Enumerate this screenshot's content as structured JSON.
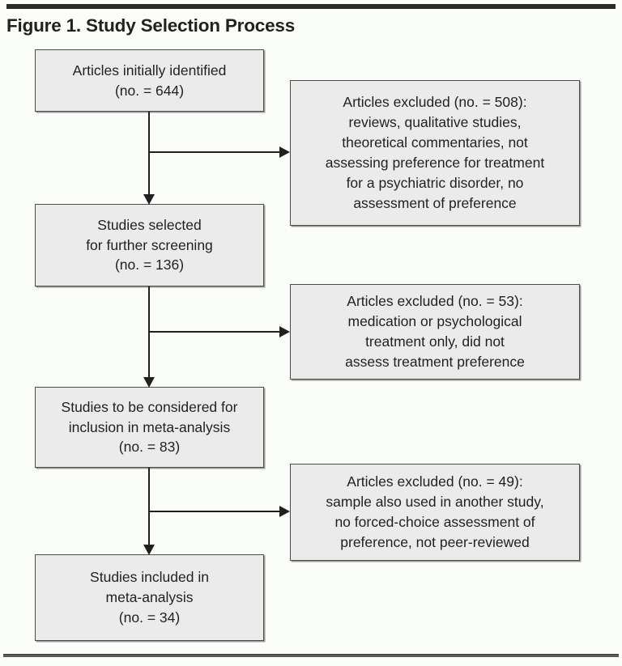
{
  "figure": {
    "title": "Figure 1. Study Selection Process",
    "top_rule_color": "#2b2a2a",
    "bottom_rule_color": "#5a5a5a",
    "box_fill_color": "#ebebeb",
    "box_border_color": "#4b4b4b",
    "connector_color": "#231f20"
  },
  "flow": {
    "main_nodes": [
      {
        "id": "articles-identified",
        "text": "Articles initially identified\n(no. = 644)",
        "count_label": "no. = 644",
        "count": 644
      },
      {
        "id": "studies-selected",
        "text": "Studies selected\nfor further screening\n(no. = 136)",
        "count_label": "no. = 136",
        "count": 136
      },
      {
        "id": "studies-considered",
        "text": "Studies to be considered for\ninclusion in meta-analysis\n(no. = 83)",
        "count_label": "no. = 83",
        "count": 83
      },
      {
        "id": "studies-included",
        "text": "Studies included in\nmeta-analysis\n(no. = 34)",
        "count_label": "no. = 34",
        "count": 34
      }
    ],
    "exclusion_nodes": [
      {
        "id": "excluded-1",
        "text": "Articles excluded (no. = 508):\nreviews, qualitative studies,\ntheoretical commentaries, not\nassessing preference for treatment\nfor a psychiatric disorder, no\nassessment of preference",
        "count_label": "no. = 508",
        "count": 508
      },
      {
        "id": "excluded-2",
        "text": "Articles excluded (no. = 53):\nmedication or psychological\ntreatment only, did not\nassess treatment preference",
        "count_label": "no. = 53",
        "count": 53
      },
      {
        "id": "excluded-3",
        "text": "Articles excluded (no. = 49):\nsample also used in another study,\nno forced-choice assessment of\npreference, not peer-reviewed",
        "count_label": "no. = 49",
        "count": 49
      }
    ],
    "connectors": [
      {
        "id": "flow-down-1",
        "from": "articles-identified",
        "to": "studies-selected",
        "kind": "arrow-down"
      },
      {
        "id": "flow-right-1",
        "from": "articles-identified",
        "to": "excluded-1",
        "kind": "arrow-right"
      },
      {
        "id": "flow-down-2",
        "from": "studies-selected",
        "to": "studies-considered",
        "kind": "arrow-down"
      },
      {
        "id": "flow-right-2",
        "from": "studies-selected",
        "to": "excluded-2",
        "kind": "arrow-right"
      },
      {
        "id": "flow-down-3",
        "from": "studies-considered",
        "to": "studies-included",
        "kind": "arrow-down"
      },
      {
        "id": "flow-right-3",
        "from": "studies-considered",
        "to": "excluded-3",
        "kind": "arrow-right"
      }
    ]
  }
}
